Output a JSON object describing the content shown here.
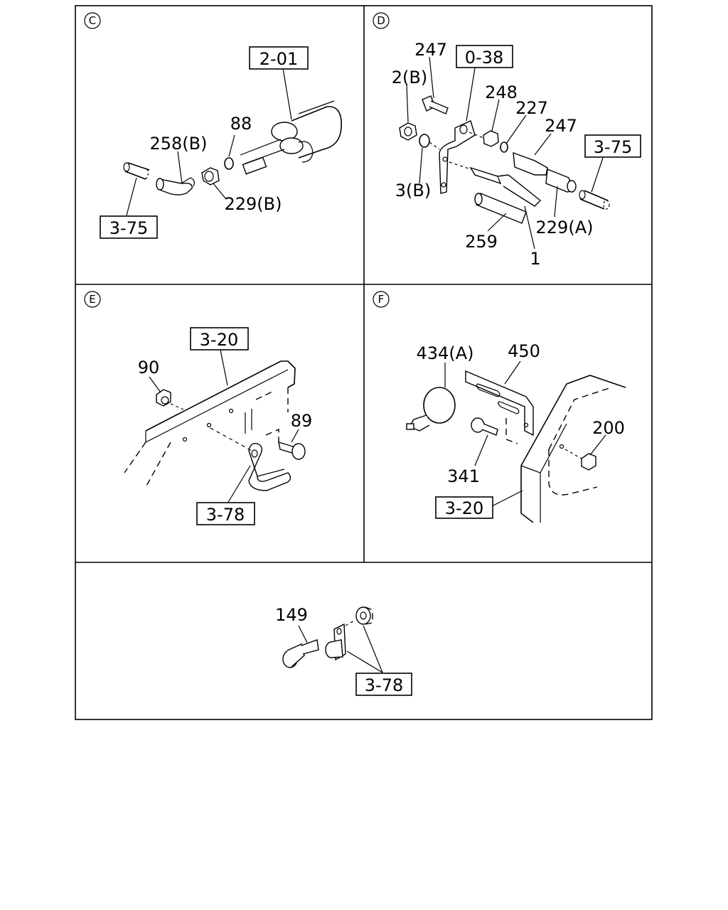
{
  "sections": {
    "c": {
      "letter": "C",
      "refs": [
        "2-01",
        "3-75"
      ],
      "labels": [
        "88",
        "258(B)",
        "229(B)"
      ]
    },
    "d": {
      "letter": "D",
      "refs": [
        "0-38",
        "3-75"
      ],
      "labels": [
        "247",
        "2(B)",
        "248",
        "227",
        "247",
        "3(B)",
        "259",
        "229(A)",
        "1"
      ]
    },
    "e": {
      "letter": "E",
      "refs": [
        "3-20",
        "3-78"
      ],
      "labels": [
        "90",
        "89"
      ]
    },
    "f": {
      "letter": "F",
      "refs": [
        "3-20"
      ],
      "labels": [
        "434(A)",
        "450",
        "200",
        "341"
      ]
    },
    "g": {
      "refs": [
        "3-78"
      ],
      "labels": [
        "149"
      ]
    }
  }
}
